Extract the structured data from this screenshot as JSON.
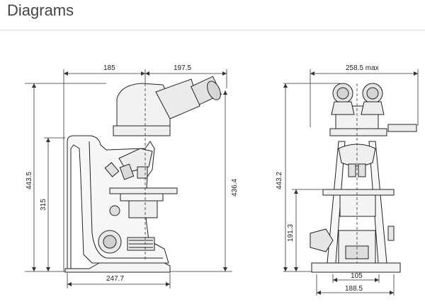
{
  "page": {
    "title": "Diagrams"
  },
  "side_view": {
    "dimensions": {
      "top_left": "185",
      "top_right": "197.5",
      "total_height": "443.5",
      "stage_height": "315",
      "right_height": "436.4",
      "base_width": "247.7"
    }
  },
  "front_view": {
    "dimensions": {
      "max_width": "258.5 max",
      "total_height": "443.2",
      "lower_height": "191.3",
      "inner_width": "105",
      "base_width": "188.5"
    }
  }
}
